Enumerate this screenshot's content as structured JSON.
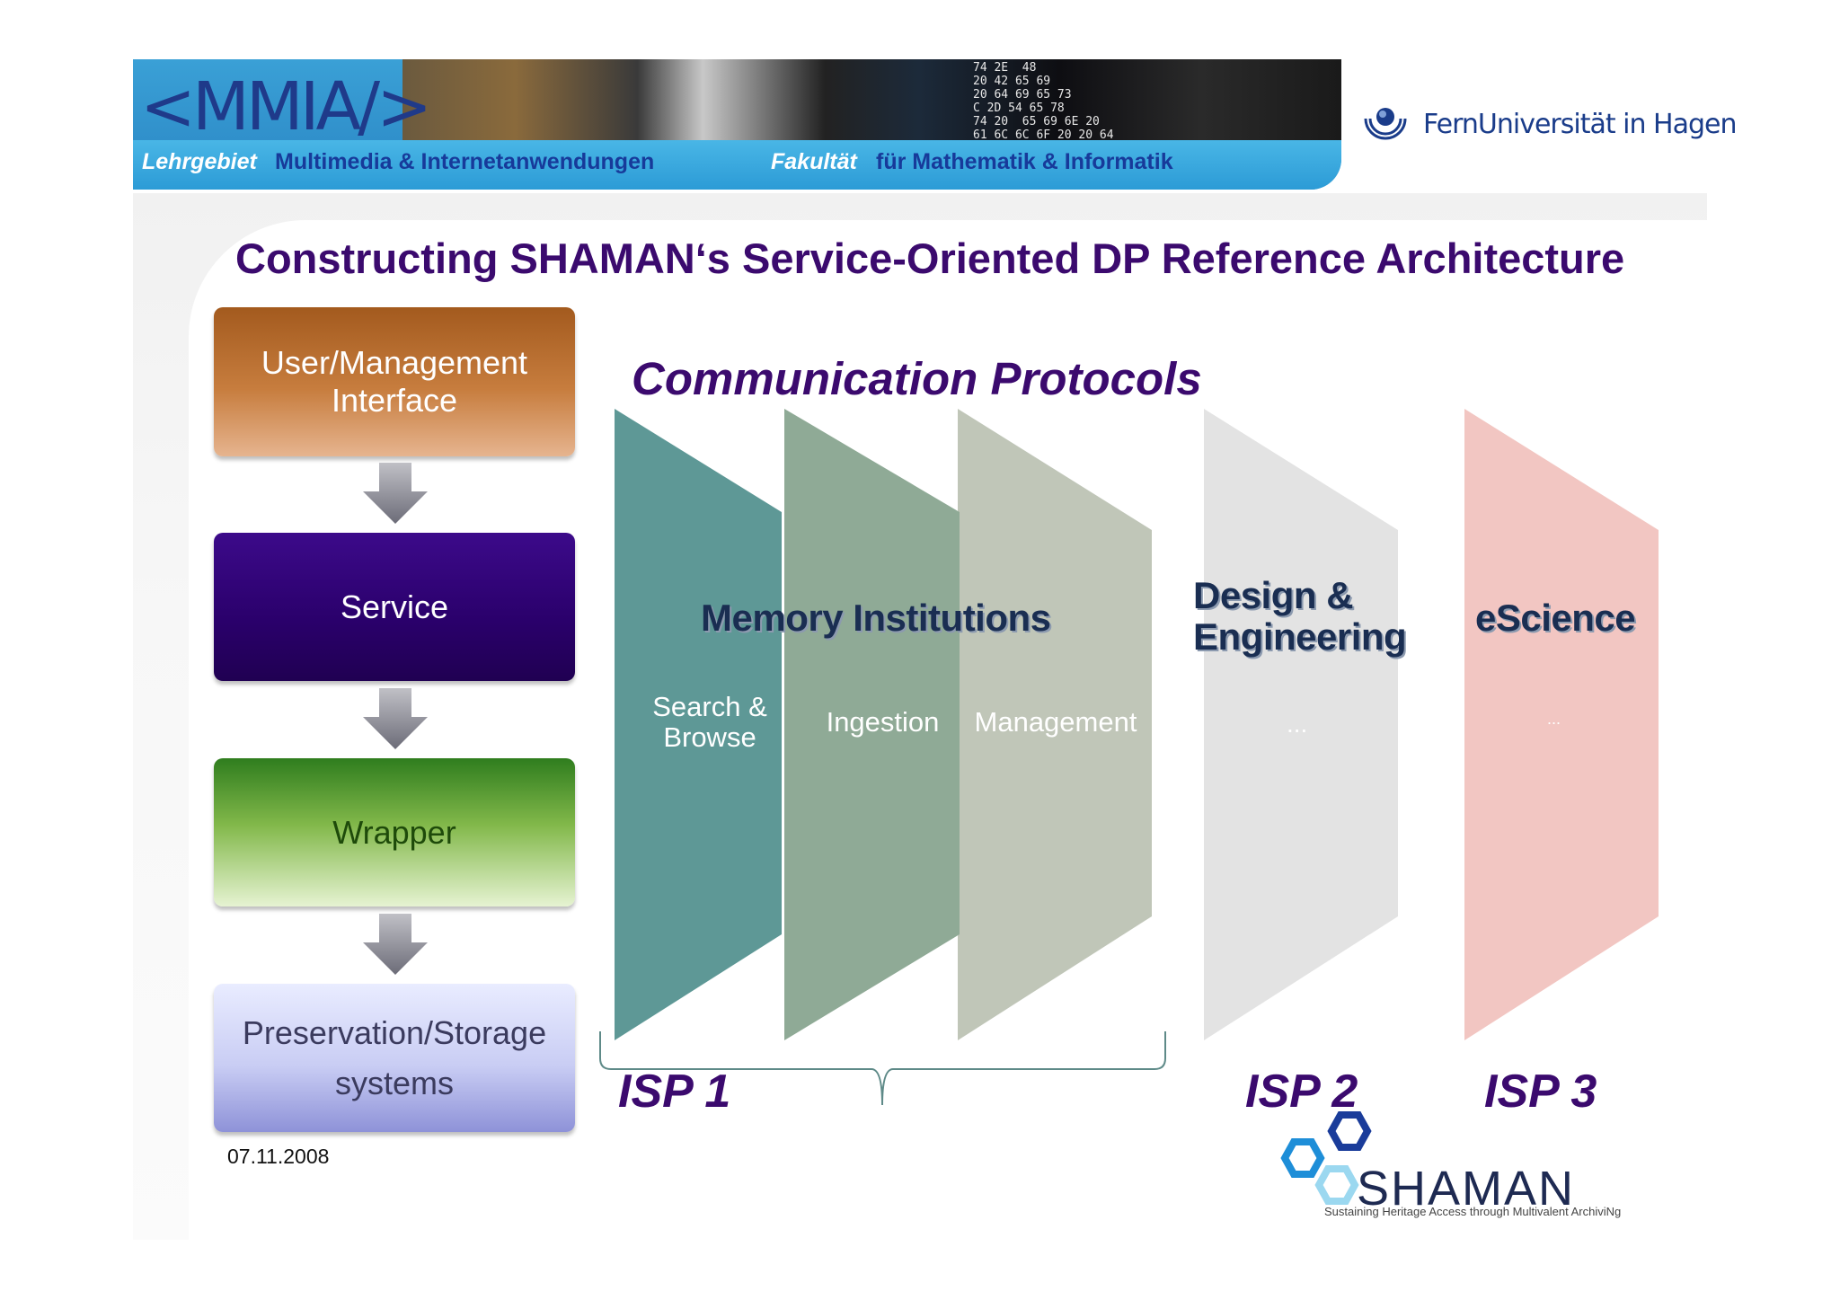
{
  "header": {
    "logo_text": "<MMIA/>",
    "sub_lehrgebiet": "Lehrgebiet",
    "sub_multimedia": "Multimedia & Internetanwendungen",
    "sub_fakultaet": "Fakultät",
    "sub_fakultaet_rest": "für Mathematik & Informatik",
    "hex_lines": "74 2E  48\n20 42 65 69\n20 64 69 65 73\nC 2D 54 65 78\n74 20  65 69 6E 20\n61 6C 6C 6F 20 20 64",
    "university": "FernUniversität in Hagen"
  },
  "title": "Constructing SHAMAN‘s Service-Oriented DP Reference Architecture",
  "stack": {
    "ui": "User/Management Interface",
    "service": "Service",
    "wrapper": "Wrapper",
    "storage": "Preservation/Storage systems"
  },
  "communication": "Communication Protocols",
  "panels": {
    "memory_title": "Memory Institutions",
    "search_browse": "Search & Browse",
    "ingestion": "Ingestion",
    "management": "Management",
    "design_title": "Design & Engineering",
    "design_dots": "...",
    "escience_title": "eScience",
    "escience_dots": "..."
  },
  "isp": {
    "isp1": "ISP 1",
    "isp2": "ISP 2",
    "isp3": "ISP 3"
  },
  "date": "07.11.2008",
  "shaman": {
    "name": "SHAMAN",
    "tagline": "Sustaining Heritage Access through Multivalent ArchiviNg"
  },
  "colors": {
    "title": "#3b0a6e",
    "panel_search": "#5e9896",
    "panel_ingestion": "#8faa96",
    "panel_management": "#c0c6b8",
    "panel_design": "#e3e3e3",
    "panel_escience": "#f2c6c2"
  }
}
